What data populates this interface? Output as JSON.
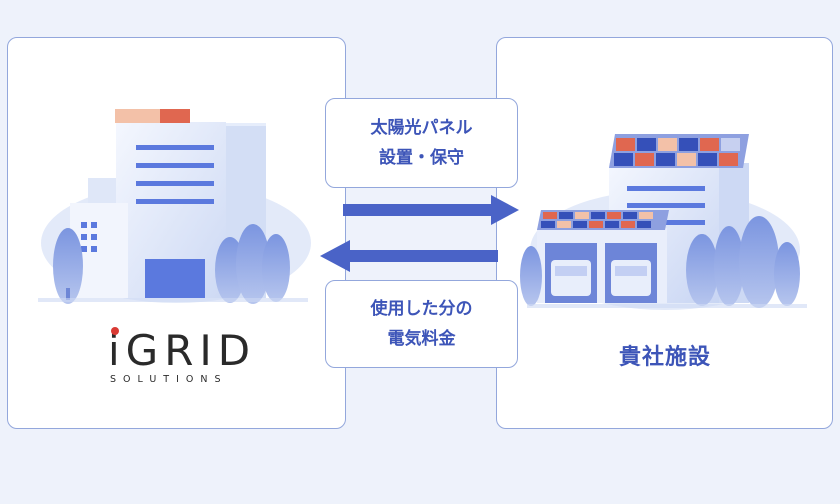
{
  "provider": {
    "logo_main": "iGRID",
    "logo_sub": "SOLUTIONS"
  },
  "customer": {
    "label": "貴社施設"
  },
  "service_box": {
    "line1": "太陽光パネル",
    "line2": "設置・保守"
  },
  "payment_box": {
    "line1": "使用した分の",
    "line2": "電気料金"
  },
  "colors": {
    "accent": "#3d55b8",
    "arrow": "#4a63c7",
    "border": "#93a7dc",
    "background": "#eef2fb",
    "logo_dot": "#d93a34"
  },
  "icons": [
    "office-building-icon",
    "solar-facility-icon",
    "tree-icon",
    "arrow-right-icon",
    "arrow-left-icon"
  ]
}
